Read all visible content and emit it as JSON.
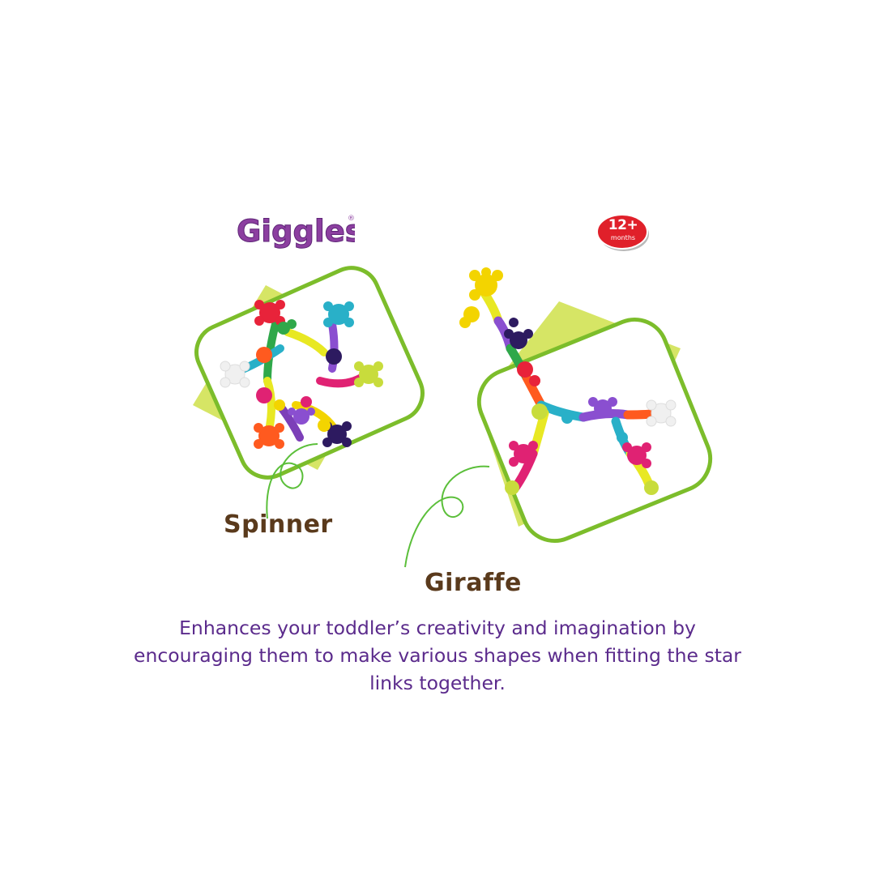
{
  "brand": {
    "name": "Giggles",
    "trademark": "®",
    "color": "#8c3fa0"
  },
  "age_badge": {
    "age": "12+",
    "unit": "months",
    "color": "#e0202a"
  },
  "spinner": {
    "label": "Spinner"
  },
  "giraffe": {
    "label": "Giraffe"
  },
  "description": "Enhances your toddler’s creativity and imagination by encouraging them to make various shapes when fitting the star links together.",
  "colors": {
    "frame_green": "#7cbd2b",
    "accent_lime": "#c8dc3c",
    "label_brown": "#5a3a1c",
    "text_purple": "#5b2b8c"
  }
}
